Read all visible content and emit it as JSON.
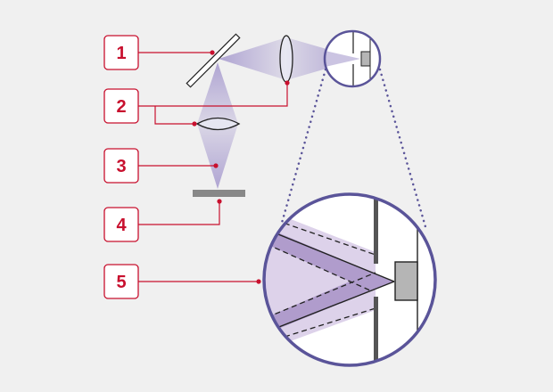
{
  "labels": [
    "1",
    "2",
    "3",
    "4",
    "5"
  ],
  "colors": {
    "accent": "#c8102e",
    "circle": "#5a5499",
    "beam": "#b09ccc",
    "beam_light": "#ddd2ea",
    "background": "#f0f0f0"
  }
}
